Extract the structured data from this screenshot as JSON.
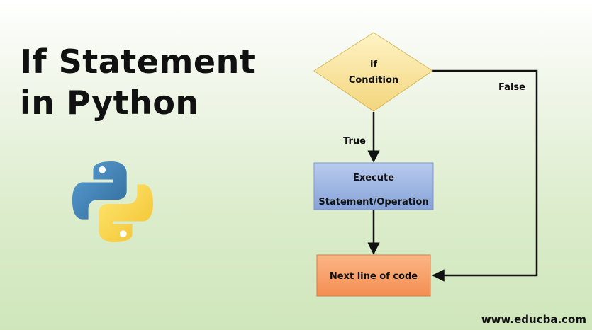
{
  "title": {
    "line1": "If Statement",
    "line2": "in Python"
  },
  "flowchart": {
    "decision": {
      "line1": "if",
      "line2": "Condition"
    },
    "process": {
      "line1": "Execute",
      "line2": "Statement/Operation"
    },
    "next": {
      "label": "Next line of code"
    },
    "true_label": "True",
    "false_label": "False"
  },
  "watermark": "www.educba.com",
  "colors": {
    "decision_fill": "#fbe7a2",
    "process_fill": "#9cb3df",
    "next_fill": "#f8a36f",
    "python_blue": "#3b74a9",
    "python_yellow": "#f6d045"
  },
  "icons": {
    "logo": "python-logo-icon"
  }
}
